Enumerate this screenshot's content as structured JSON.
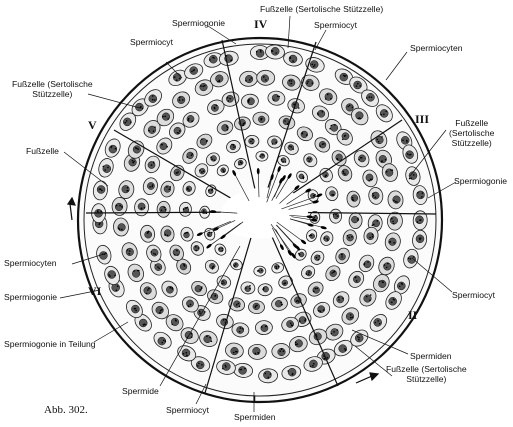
{
  "caption": "Abb. 302.",
  "roman_numerals": {
    "top": "IV",
    "left_upper": "V",
    "right_upper": "III",
    "right_lower": "II",
    "left_lower": "VI",
    "bottom": "I"
  },
  "labels": {
    "spermiogonie_top": "Spermiogonie",
    "fusszelle_top": "Fußzelle (Sertolische Stützzelle)",
    "spermiocyt_top": "Spermiocyt",
    "spermiocyt_topleft": "Spermiocyt",
    "spermiocyten_topright": "Spermiocyten",
    "fusszelle_left_1": "Fußzelle (Sertolische",
    "fusszelle_left_2": "Stützzelle)",
    "fusszelle_right_1": "Fußzelle",
    "fusszelle_right_2": "(Sertolische",
    "fusszelle_right_3": "Stützzelle)",
    "fusszelle_left_mid": "Fußzelle",
    "spermiogonie_right": "Spermiogonie",
    "spermiocyten_left": "Spermiocyten",
    "spermiogonie_left": "Spermiogonie",
    "spermiocyt_right": "Spermiocyt",
    "spermiogonie_teilung": "Spermiogonie in Teilung",
    "spermiden_right": "Spermiden",
    "fusszelle_bottom_1": "Fußzelle (Sertolische",
    "fusszelle_bottom_2": "Stützzelle)",
    "spermide_bottom": "Spermide",
    "spermiocyt_bottom": "Spermiocyt",
    "spermiden_bottom": "Spermiden"
  }
}
